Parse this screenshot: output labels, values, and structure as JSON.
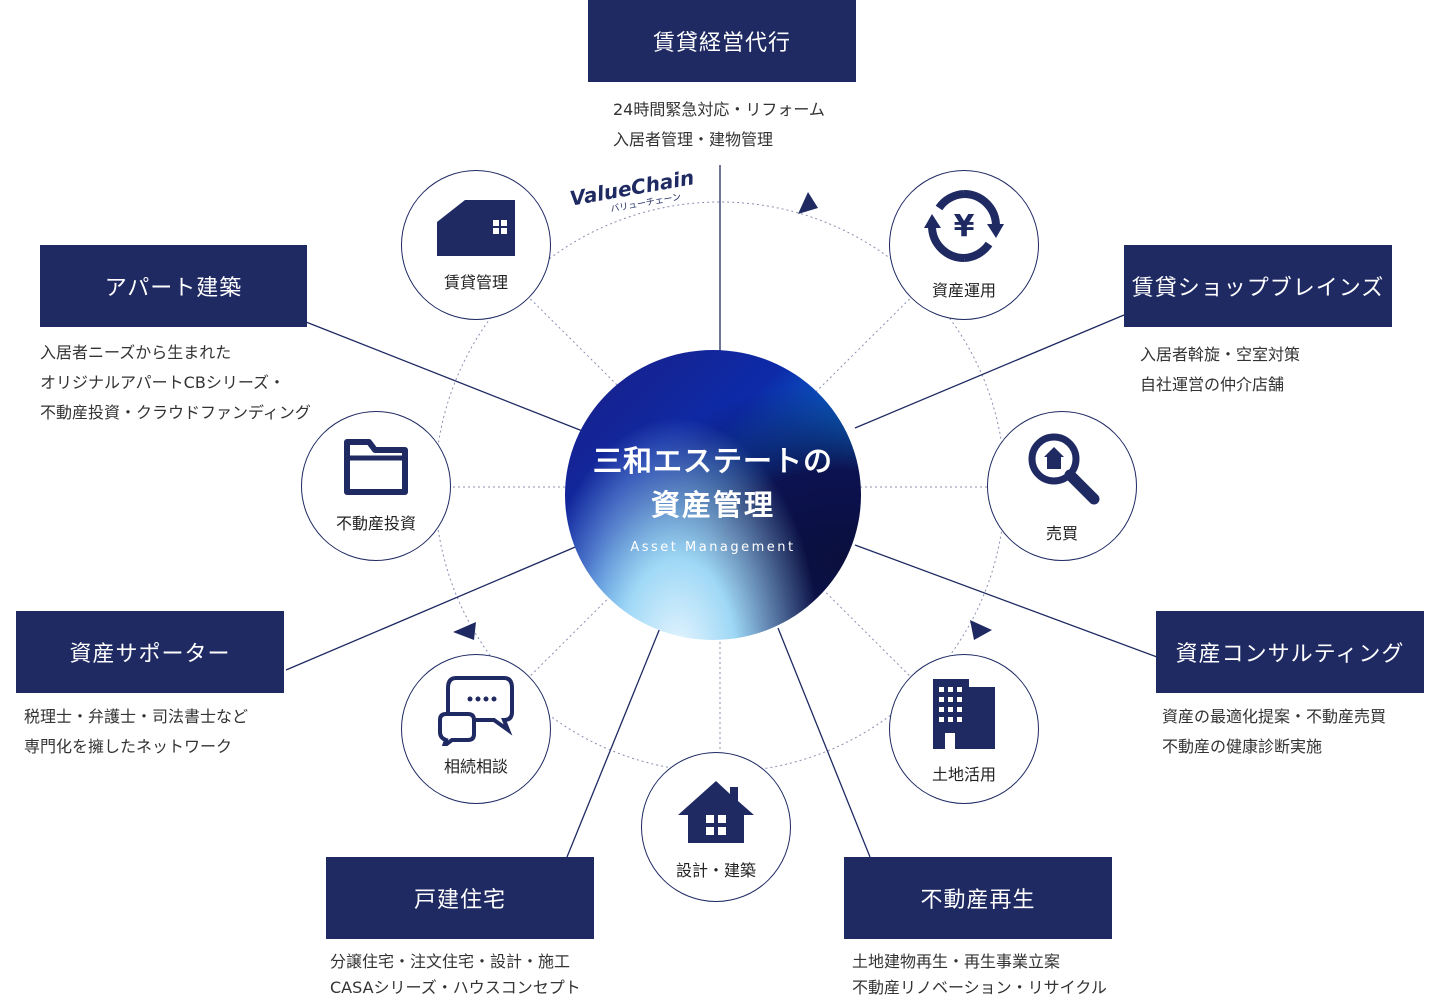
{
  "center": {
    "line1": "三和エステートの",
    "line2": "資産管理",
    "subtitle": "Asset Management"
  },
  "value_chain": {
    "title": "ValueChain",
    "subtitle": "バリューチェーン"
  },
  "circles": {
    "rental_mgmt": "賃貸管理",
    "asset_operation": "資産運用",
    "real_estate_investment": "不動産投資",
    "trading": "売買",
    "inheritance": "相続相談",
    "land_use": "土地活用",
    "design_build": "設計・建築"
  },
  "services": {
    "top": {
      "title": "賃貸経営代行",
      "lines": [
        "24時間緊急対応・リフォーム",
        "入居者管理・建物管理"
      ]
    },
    "apartment": {
      "title": "アパート建築",
      "lines": [
        "入居者ニーズから生まれた",
        "オリジナルアパートCBシリーズ・",
        "不動産投資・クラウドファンディング"
      ]
    },
    "shop": {
      "title": "賃貸ショップブレインズ",
      "lines": [
        "入居者斡旋・空室対策",
        "自社運営の仲介店舗"
      ]
    },
    "supporter": {
      "title": "資産サポーター",
      "lines": [
        "税理士・弁護士・司法書士など",
        "専門化を擁したネットワーク"
      ]
    },
    "consulting": {
      "title": "資産コンサルティング",
      "lines": [
        "資産の最適化提案・不動産売買",
        "不動産の健康診断実施"
      ]
    },
    "house": {
      "title": "戸建住宅",
      "lines": [
        "分譲住宅・注文住宅・設計・施工",
        "CASAシリーズ・ハウスコンセプト"
      ]
    },
    "regeneration": {
      "title": "不動産再生",
      "lines": [
        "土地建物再生・再生事業立案",
        "不動産リノベーション・リサイクル"
      ]
    }
  },
  "colors": {
    "navy": "#1f2a63",
    "line": "#1f2a63",
    "dotted": "#8a8fb0"
  },
  "icons": {
    "rental_mgmt": "house-building-icon",
    "asset_operation": "yen-cycle-icon",
    "real_estate_investment": "folder-icon",
    "trading": "magnifier-house-icon",
    "inheritance": "chat-bubbles-icon",
    "land_use": "office-building-icon",
    "design_build": "house-icon"
  }
}
